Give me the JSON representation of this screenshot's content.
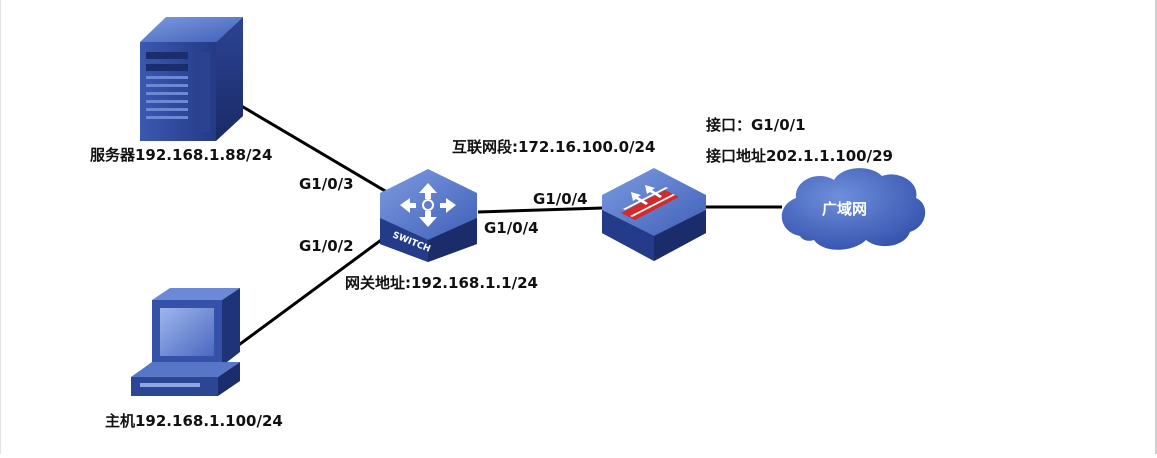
{
  "nodes": {
    "server": {
      "label": "服务器192.168.1.88/24"
    },
    "host": {
      "label": "主机192.168.1.100/24"
    },
    "switch": {
      "label": "SWITCH",
      "gateway": "网关地址:192.168.1.1/24"
    },
    "firewall": {
      "interface": "接口：G1/0/1",
      "interface_address": "接口地址202.1.1.100/29"
    },
    "wan": {
      "label": "广域网"
    }
  },
  "links": {
    "interconnect_segment": "互联网段:172.16.100.0/24",
    "switch_to_server_port": "G1/0/3",
    "switch_to_host_port": "G1/0/2",
    "switch_uplink_port": "G1/0/4",
    "firewall_downlink_port": "G1/0/4"
  },
  "colors": {
    "device_blue": "#2b4a9e",
    "device_light": "#5a7bd0",
    "device_dark": "#1b2f6b",
    "firewall_red": "#d42a2a",
    "cloud_blue": "#3d5db8",
    "line": "#000000"
  }
}
